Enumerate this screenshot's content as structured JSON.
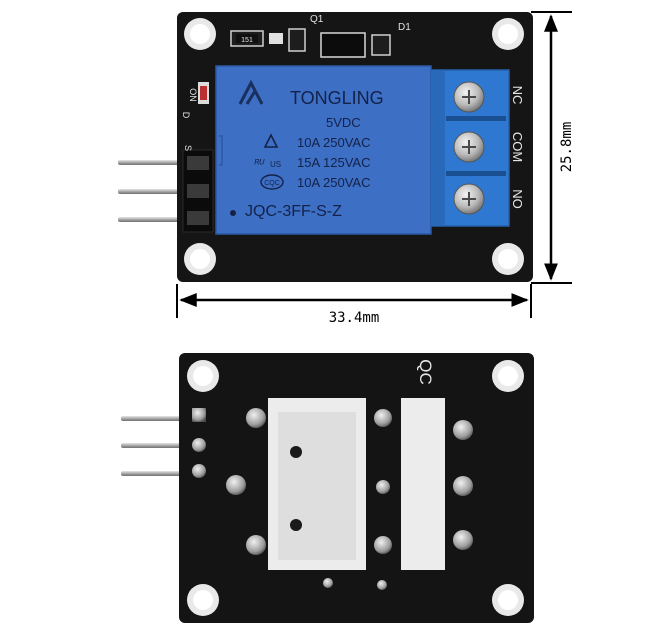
{
  "colors": {
    "pcb": "#151515",
    "relay_blue": "#3d6fc4",
    "terminal_blue": "#2f78d2",
    "header_pin": "#b9b9b9",
    "dimension_line": "#000000",
    "pad": "#d9d9d9"
  },
  "top_view": {
    "relay": {
      "brand": "TONGLING",
      "rating_coil": "5VDC",
      "rating_1": "10A 250VAC",
      "rating_2": "15A 125VAC",
      "rating_3": "10A 250VAC",
      "model": "JQC-3FF-S-Z",
      "cert_mark": "US",
      "cert_cqc": "CQC"
    },
    "silkscreen": {
      "q1": "Q1",
      "d1": "D1",
      "resistor": "151",
      "led_on": "ON",
      "led_d": "D",
      "pin_s": "S",
      "term_nc": "NC",
      "term_com": "COM",
      "term_no": "NO"
    },
    "dimensions": {
      "height": "25.8mm",
      "width": "33.4mm"
    }
  },
  "bottom_view": {
    "silkscreen": {
      "qc": "QC"
    }
  }
}
